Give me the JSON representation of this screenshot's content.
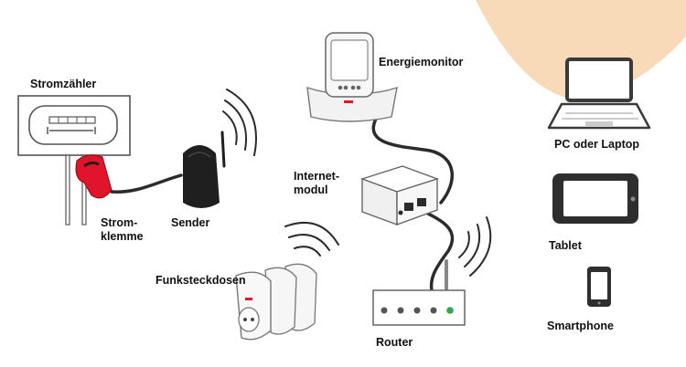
{
  "labels": {
    "meter": "Stromzähler",
    "clamp_line1": "Strom-",
    "clamp_line2": "klemme",
    "sender": "Sender",
    "monitor": "Energiemonitor",
    "module_line1": "Internet-",
    "module_line2": "modul",
    "router": "Router",
    "plugs": "Funksteckdosen",
    "pc": "PC oder Laptop",
    "tablet": "Tablet",
    "smartphone": "Smartphone"
  },
  "colors": {
    "accent": "#f8d9b8",
    "clamp": "#e0142a",
    "sender": "#1f1f1f",
    "cable": "#2b2b2b",
    "outline": "#555555",
    "led_green": "#2fa84f"
  }
}
